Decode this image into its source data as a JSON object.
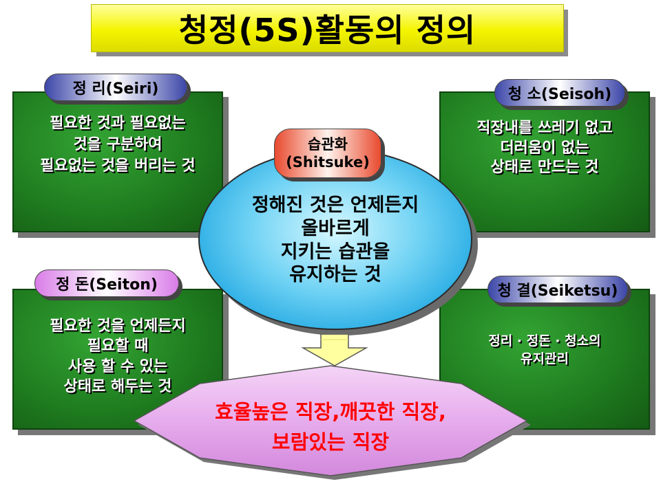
{
  "title": "청정(5S)활동의 정의",
  "center": {
    "label_line1": "습관화",
    "label_line2": "(Shitsuke)",
    "lines": [
      "정해진 것은 언제든지",
      "올바르게",
      "지키는 습관을",
      "유지하는 것"
    ]
  },
  "boxes": {
    "top_left": {
      "label": "정 리(Seiri)",
      "lines": [
        "필요한 것과 필요없는",
        "것을 구분하여",
        "필요없는 것을 버리는 것"
      ]
    },
    "top_right": {
      "label": "청 소(Seisoh)",
      "lines": [
        "직장내를 쓰레기 없고",
        "더러움이 없는",
        "상태로 만드는 것"
      ]
    },
    "bottom_left": {
      "label": "정 돈(Seiton)",
      "lines": [
        "필요한 것을 언제든지",
        "필요할 때",
        "사용 할 수 있는",
        "상태로 해두는 것"
      ]
    },
    "bottom_right": {
      "label": "청 결(Seiketsu)",
      "lines": [
        "정리 · 정돈 · 청소의",
        "유지관리"
      ]
    }
  },
  "result": {
    "lines": [
      "효율높은 직장,깨끗한 직장,",
      "보람있는 직장"
    ]
  },
  "colors": {
    "title_bg": "#f4f400",
    "box_green": "#1e7a1e",
    "ellipse_blue": "#6fd2f4",
    "result_purple": "#e8b0ee",
    "result_text": "#ff0000",
    "arrow_yellow": "#ffffa0"
  }
}
